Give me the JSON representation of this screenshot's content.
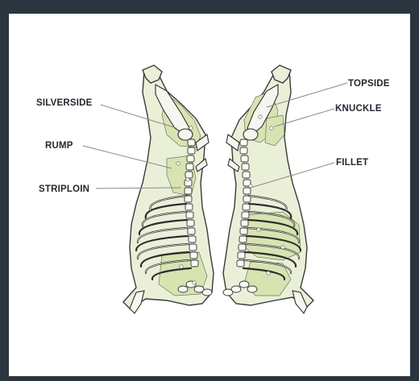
{
  "diagram": {
    "labels": {
      "silverside": "SILVERSIDE",
      "rump": "RUMP",
      "striploin": "STRIPLOIN",
      "topside": "TOPSIDE",
      "knuckle": "KNUCKLE",
      "fillet": "FILLET"
    }
  },
  "colors": {
    "outer_background": "#2b3540",
    "panel_background": "#ffffff",
    "carcass_fill": "#eaf0d8",
    "muscle_fill": "#d8e3b2",
    "label_text": "#2a2430"
  },
  "icons": [
    "beef-carcass-side-left",
    "beef-carcass-side-right"
  ]
}
